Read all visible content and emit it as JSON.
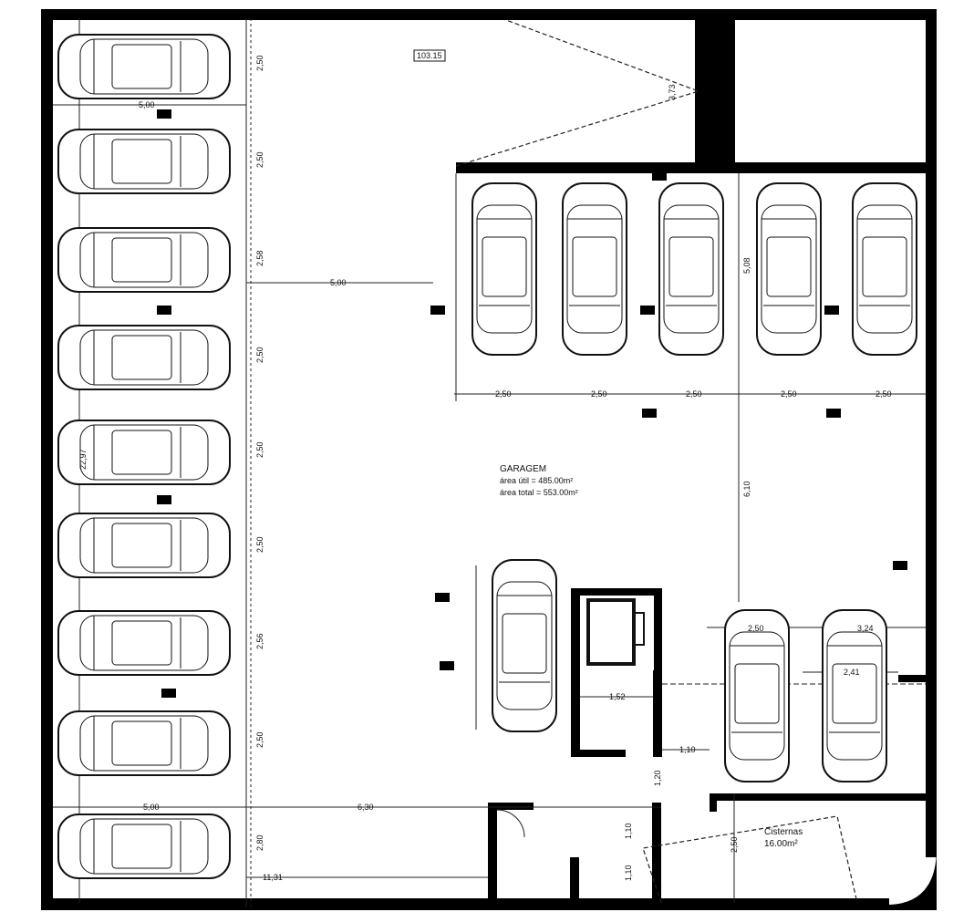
{
  "plan": {
    "title": "GARAGEM",
    "area_util": "área útil = 485.00m²",
    "area_total": "área total = 553.00m²",
    "level_tag": "103.15",
    "cistern_name": "Cisternas",
    "cistern_area": "16.00m²"
  },
  "dimensions": {
    "left_bays": [
      "2,50",
      "2,50",
      "2,58",
      "2,50",
      "2,50",
      "2,50",
      "2,56",
      "2,50",
      "2,80"
    ],
    "left_depth_top": "5,00",
    "aisle_width": "5,00",
    "left_depth_bottom": "5,00",
    "bottom_run": "6,30",
    "bottom_total": "11,31",
    "left_total": "22,97",
    "top_bays": [
      "2,50",
      "2,50",
      "2,50",
      "2,50",
      "2,50"
    ],
    "top_depth": "5,08",
    "ramp": "3,73",
    "center_aisle": "6,10",
    "right_bay_a": "2,50",
    "right_bay_b": "3,24",
    "right_bay_c": "2,41",
    "stair_width": "1,52",
    "door_a": "1,10",
    "door_b": "1,20",
    "stair_a": "1,10",
    "stair_b": "1,10",
    "cistern_depth": "2,50"
  }
}
